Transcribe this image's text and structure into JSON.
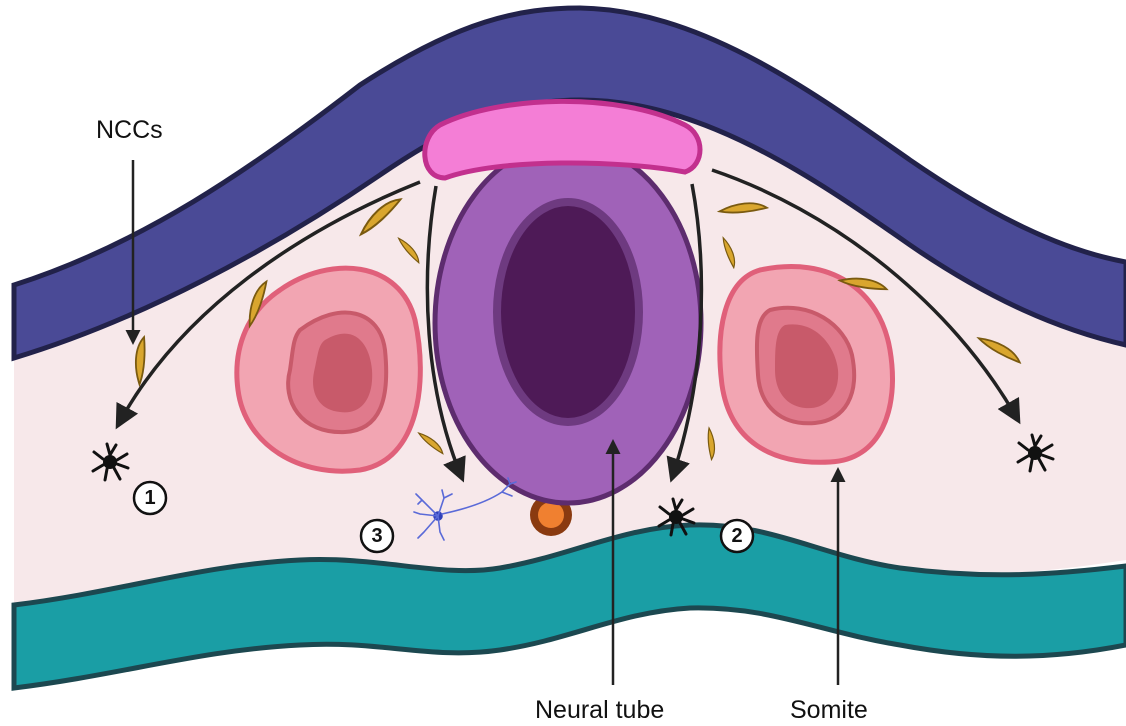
{
  "labels": {
    "nccs": "NCCs",
    "neural_tube": "Neural tube",
    "somite": "Somite"
  },
  "pathways": [
    {
      "number": "1"
    },
    {
      "number": "2"
    },
    {
      "number": "3"
    }
  ],
  "colors": {
    "ectoderm": "#4a4a96",
    "ectoderm_outline": "#22224a",
    "mesenchyme": "#f7e8ea",
    "roof_plate": "#f47ed6",
    "neural_tube_wall": "#a062b8",
    "neural_tube_lumen": "#4e1a57",
    "somite_outer": "#f2a5b2",
    "somite_inner": "#e07a8c",
    "somite_core": "#c85a6a",
    "notochord": "#f08030",
    "endoderm": "#1a9ea5",
    "ncc_cell": "#d9a62e",
    "arrow": "#222222"
  },
  "icons": [
    "melanocyte-icon",
    "neuron-icon",
    "ncc-cell-icon",
    "arrow-icon"
  ]
}
